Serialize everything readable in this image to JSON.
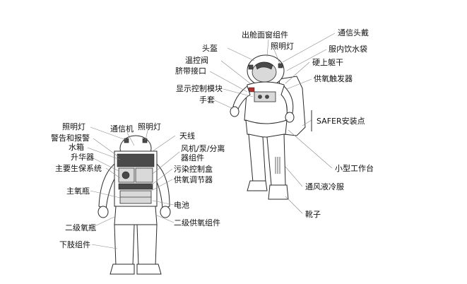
{
  "right_figure": {
    "labels": {
      "eva_visor": "出舱面窗组件",
      "comm_cap": "通信头戴",
      "helmet": "头盔",
      "lights": "照明灯",
      "drink_bag": "服内饮水袋",
      "temp_valve": "温控阀",
      "hard_torso": "硬上躯干",
      "umbilical": "脐带接口",
      "o2_actuator": "供氧触发器",
      "display_module": "显示控制模块",
      "gloves": "手套",
      "safer_mount": "SAFER安装点",
      "mini_workstation": "小型工作台",
      "lcvg": "通风液冷服",
      "boots": "靴子"
    }
  },
  "left_figure": {
    "labels": {
      "lights_left": "照明灯",
      "comm": "通信机",
      "lights_right": "照明灯",
      "warning": "警告和报警",
      "water_tank": "水箱",
      "antenna": "天线",
      "sublimator": "升华器",
      "fan_pump": "风机/泵/分离器组件",
      "primary_pls": "主要生保系统",
      "contaminant": "污染控制盒",
      "o2_regulator": "供氧调节器",
      "main_o2": "主氧瓶",
      "battery": "电池",
      "secondary_o2": "二级氧瓶",
      "secondary_o2_pack": "二级供氧组件",
      "lower_torso": "下肢组件"
    }
  },
  "colors": {
    "line": "#2a2a2a",
    "leader": "#8a8a8a",
    "flag_red": "#b03030"
  }
}
